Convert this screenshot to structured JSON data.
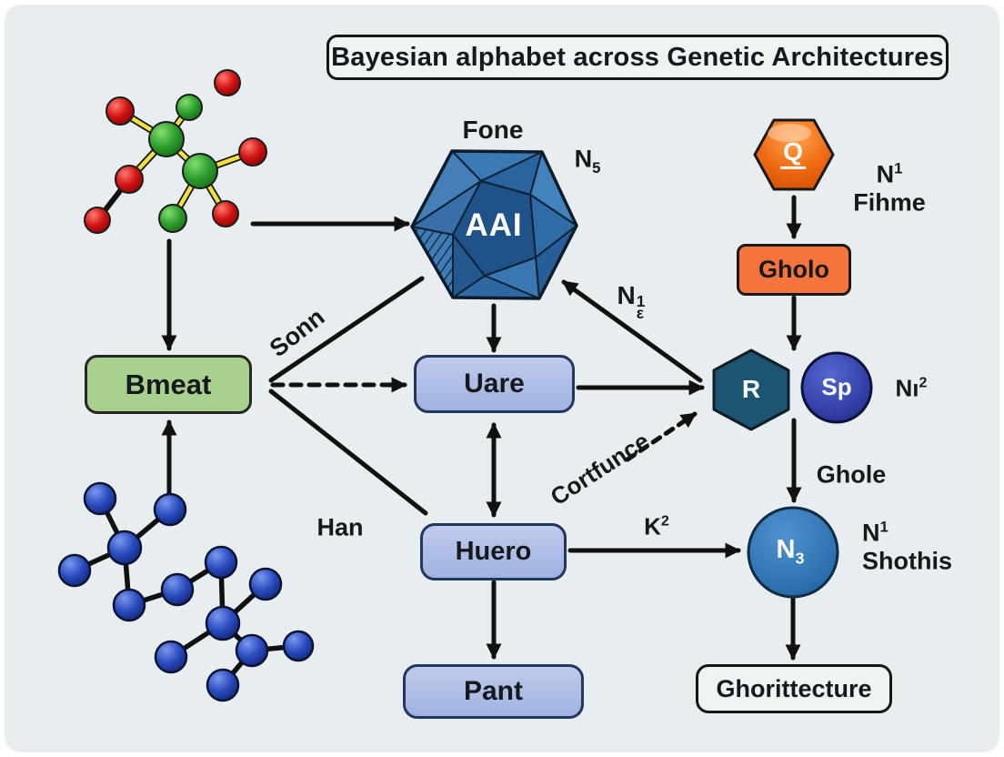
{
  "title": "Bayesian alphabet across Genetic Architectures",
  "nodes": {
    "bmeat": "Bmeat",
    "uare": "Uare",
    "huero": "Huero",
    "pant": "Pant",
    "gholo": "Gholo",
    "ghorittecture": "Ghorittecture"
  },
  "shapes": {
    "aai": "AAI",
    "q": "Q",
    "r": "R",
    "sp": "Sp",
    "n3_circle": {
      "base": "N",
      "sub": "3"
    }
  },
  "labels": {
    "fone": "Fone",
    "n5": {
      "base": "N",
      "sub": "5"
    },
    "n1_fihme": {
      "base": "N",
      "sup": "1",
      "word": "Fihme"
    },
    "sonn": "Sonn",
    "n1e": {
      "base": "N",
      "sup": "1",
      "sub": "ε"
    },
    "ni2": {
      "base": "Nı",
      "sup": "2"
    },
    "ghole": "Ghole",
    "han": "Han",
    "k2": {
      "base": "K",
      "sup": "2"
    },
    "n1_shothis": {
      "base": "N",
      "sup": "1",
      "word": "Shothis"
    },
    "cortfunce": "Cortfunce"
  },
  "colors": {
    "panel_bg": "#e8eef0",
    "node_blue": "#a9bae3",
    "node_blue_border": "#21375f",
    "node_green": "#a9d18e",
    "node_orange": "#f4743b",
    "hex_orange": "#ef6a12",
    "hex_dark_blue": "#1d5470",
    "circle_indigo": "#333fa6",
    "circle_blue": "#2d72b0",
    "polyhedron_blue": "#2f6fad",
    "arrow": "#111111",
    "ball_red": "#d21414",
    "ball_green": "#2fa12f",
    "ball_blue": "#2a4cc0",
    "bond_yellow": "#f2e13c"
  }
}
